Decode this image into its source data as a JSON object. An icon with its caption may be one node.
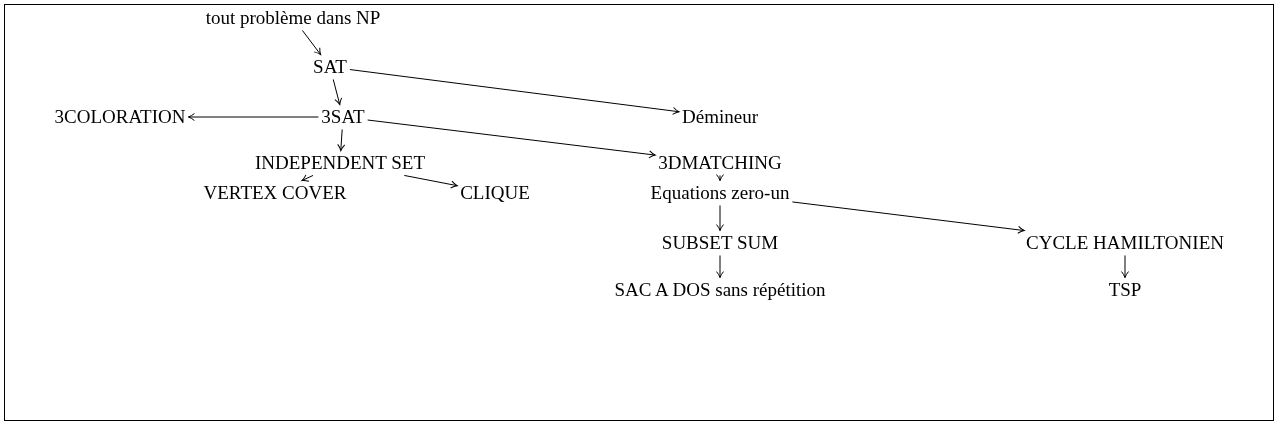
{
  "diagram": {
    "nodes": [
      {
        "text": [
          "tout problème dans NP"
        ]
      },
      {
        "text": [
          "SAT"
        ]
      },
      {
        "text": [
          "3SAT"
        ]
      },
      {
        "text": [
          "3COLORATION"
        ]
      },
      {
        "text": [
          "Démineur"
        ]
      },
      {
        "text": [
          "INDEPENDENT SET"
        ]
      },
      {
        "text": [
          "3DMATCHING"
        ]
      },
      {
        "text": [
          "VERTEX COVER"
        ]
      },
      {
        "text": [
          "CLIQUE"
        ]
      },
      {
        "text": [
          "Equations zero-un"
        ]
      },
      {
        "text": [
          "SUBSET SUM"
        ]
      },
      {
        "text": [
          "CYCLE HAMILTONIEN"
        ]
      },
      {
        "text": [
          "SAC A DOS sans répétition"
        ]
      },
      {
        "text": [
          "TSP"
        ]
      }
    ],
    "edges": [
      {
        "from": 0,
        "to": 1,
        "arrow": "to"
      },
      {
        "from": 1,
        "to": 2,
        "arrow": "to"
      },
      {
        "from": 1,
        "to": 4,
        "arrow": "to"
      },
      {
        "from": 2,
        "to": 3,
        "arrow": "to"
      },
      {
        "from": 2,
        "to": 6,
        "arrow": "to"
      },
      {
        "from": 2,
        "to": 5,
        "arrow": "to"
      },
      {
        "from": 5,
        "to": 7,
        "arrow": "to"
      },
      {
        "from": 5,
        "to": 8,
        "arrow": "to"
      },
      {
        "from": 6,
        "to": 9,
        "arrow": "to"
      },
      {
        "from": 9,
        "to": 10,
        "arrow": "to"
      },
      {
        "from": 9,
        "to": 11,
        "arrow": "to"
      },
      {
        "from": 10,
        "to": 12,
        "arrow": "to"
      },
      {
        "from": 11,
        "to": 13,
        "arrow": "to"
      }
    ]
  }
}
